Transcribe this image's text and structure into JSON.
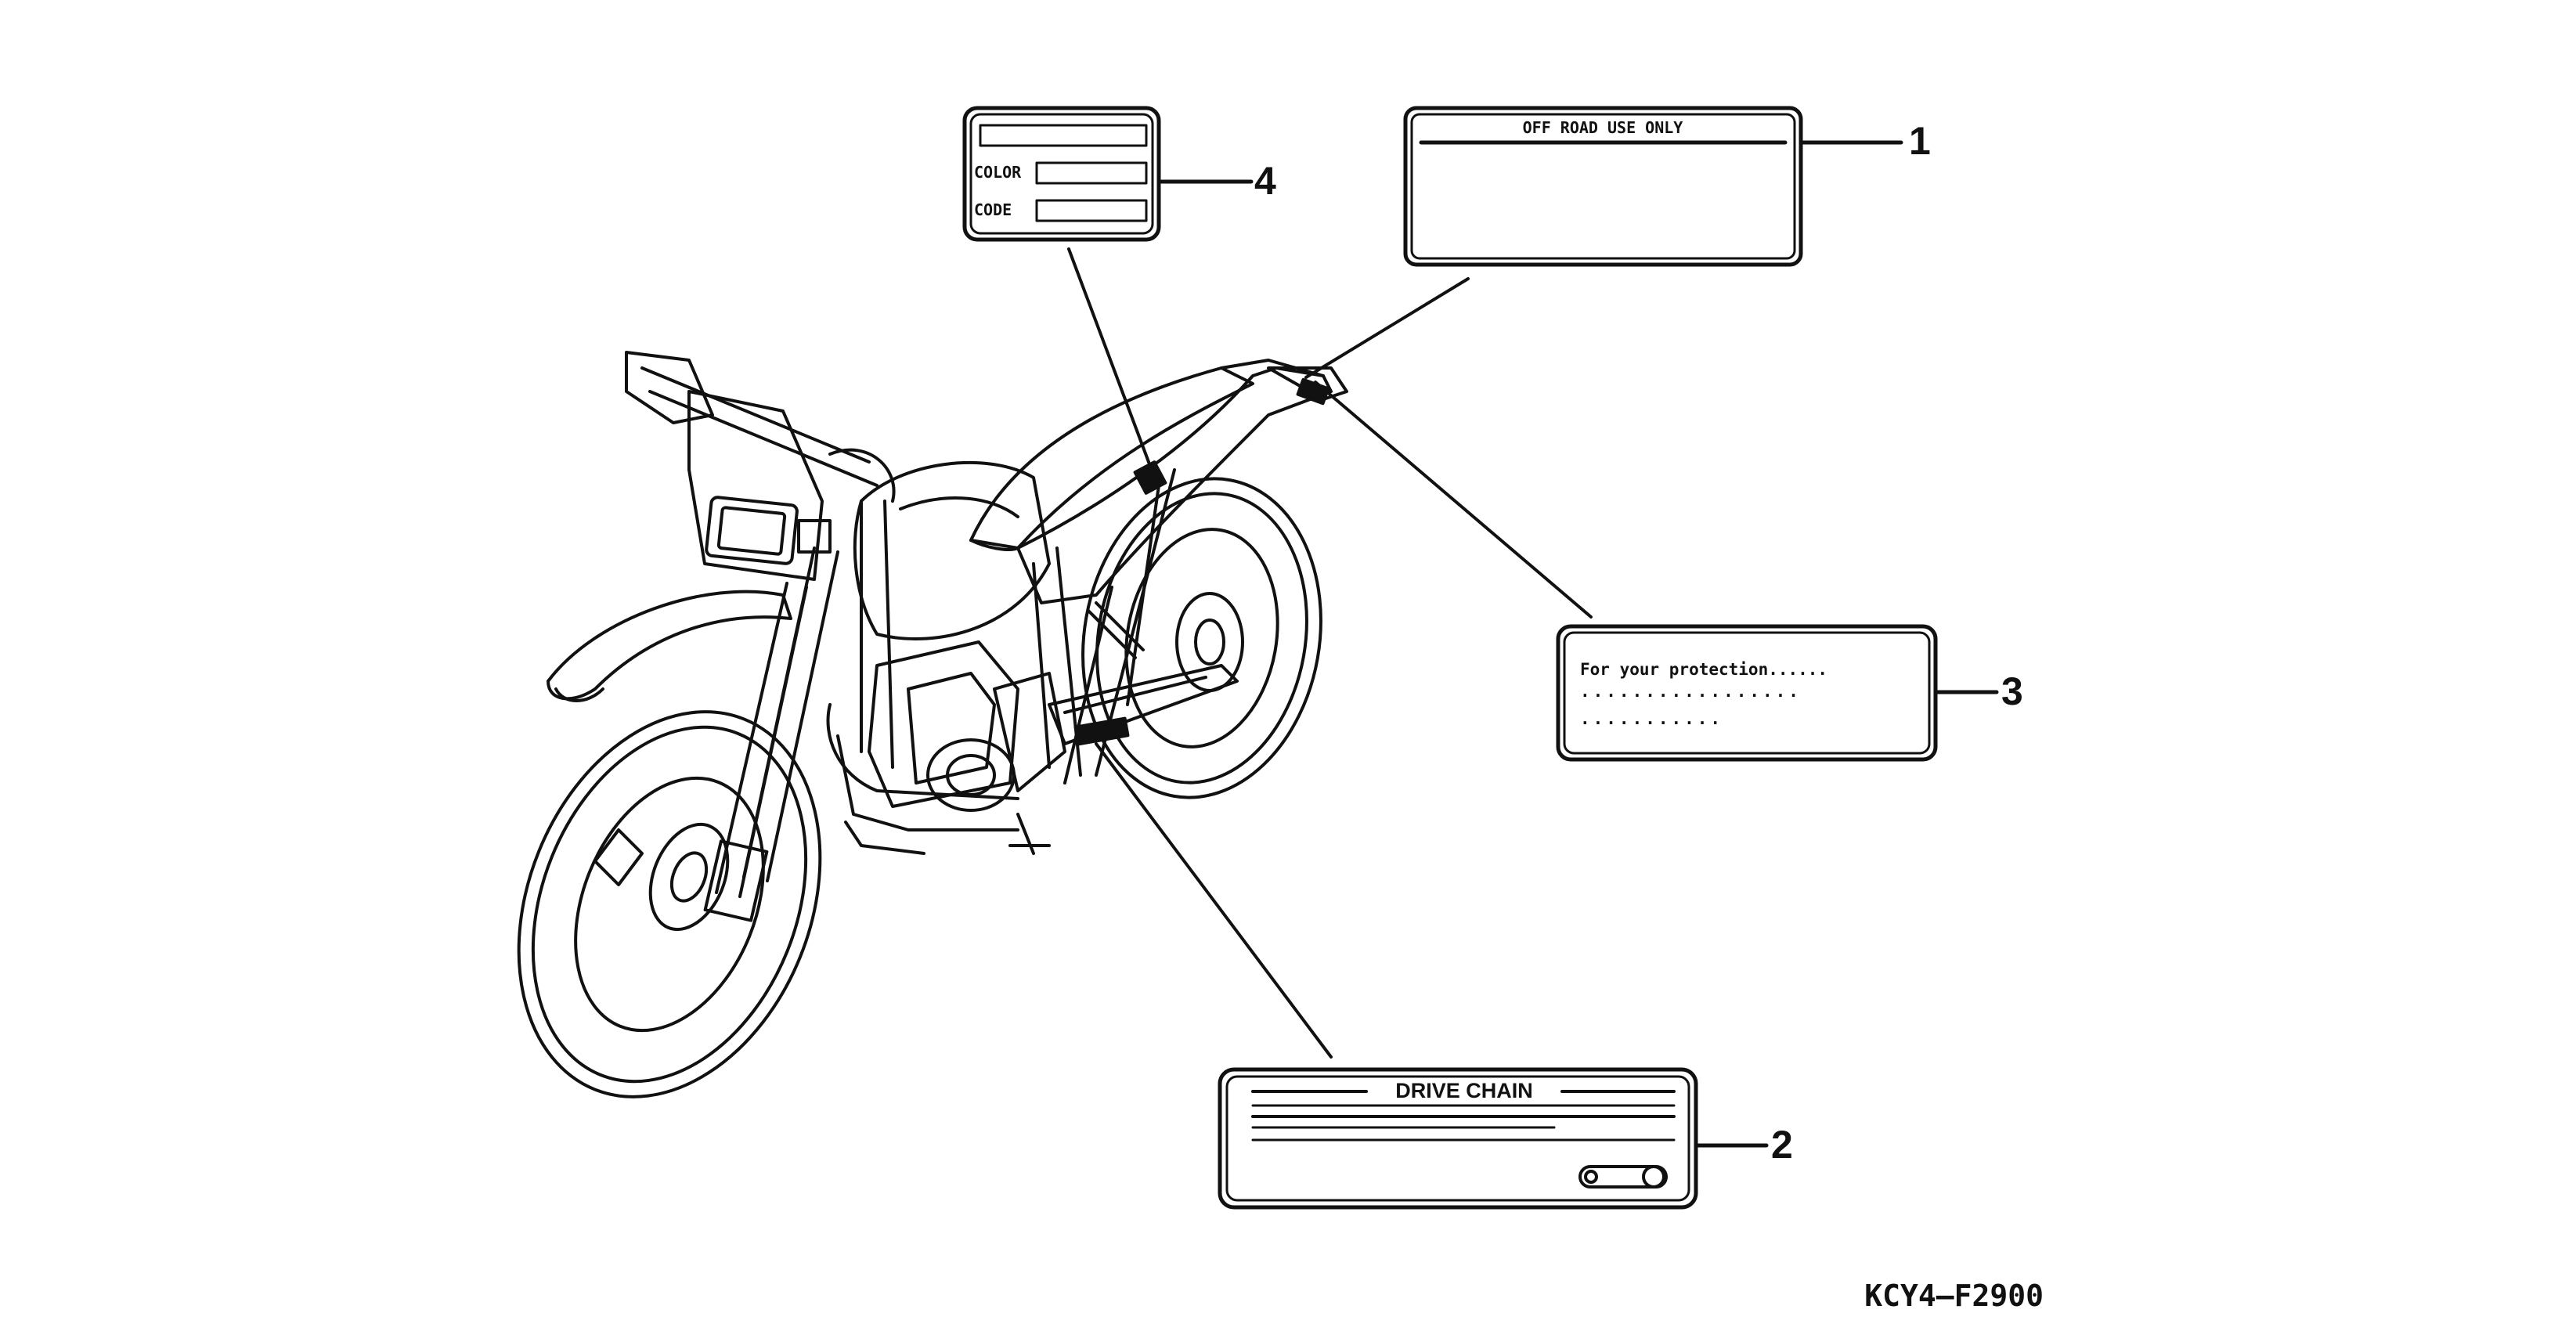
{
  "labels": {
    "label_1": {
      "callout": "1",
      "title": "OFF ROAD USE ONLY"
    },
    "label_2": {
      "callout": "2",
      "title": "DRIVE CHAIN"
    },
    "label_3": {
      "callout": "3",
      "text_line1": "For your protection",
      "dots1": "......",
      "dots2": ".................",
      "dots3": "..........."
    },
    "label_4": {
      "callout": "4",
      "field_color": "COLOR",
      "field_code": "CODE"
    }
  },
  "figure_code": "KCY4–F2900",
  "icons": [
    "motorcycle-illustration",
    "drive-chain-icon"
  ]
}
